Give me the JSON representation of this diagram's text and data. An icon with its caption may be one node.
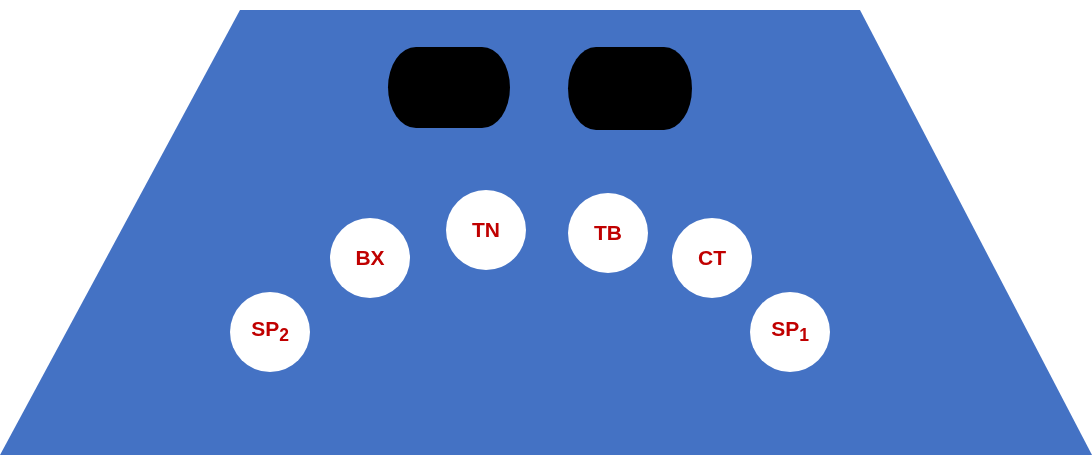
{
  "diagram": {
    "nodes": [
      {
        "text": [],
        "shape": "trapezoid"
      },
      {
        "text": [],
        "shape": "box",
        "in": 0
      },
      {
        "text": [],
        "shape": "box",
        "in": 0
      },
      {
        "text": [
          "TN"
        ],
        "in": 0
      },
      {
        "text": [
          "TB"
        ],
        "in": 0
      },
      {
        "text": [
          "BX"
        ],
        "in": 0
      },
      {
        "text": [
          "CT"
        ],
        "in": 0
      },
      {
        "text": [
          "SP$_{2}$"
        ],
        "in": 0
      },
      {
        "text": [
          "SP$_{1}$"
        ],
        "in": 0
      }
    ]
  }
}
